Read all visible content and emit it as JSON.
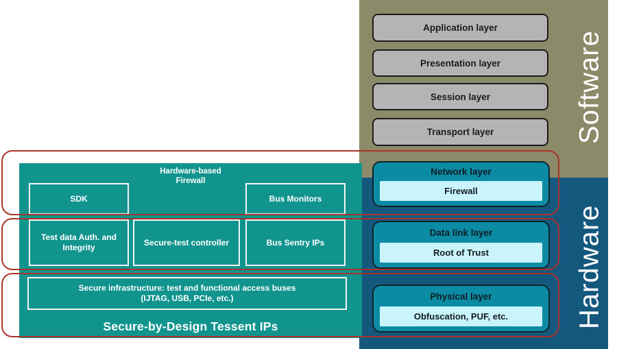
{
  "software_section": {
    "label": "Software",
    "layers": [
      {
        "label": "Application layer"
      },
      {
        "label": "Presentation layer"
      },
      {
        "label": "Session layer"
      },
      {
        "label": "Transport layer"
      }
    ]
  },
  "hardware_section": {
    "label": "Hardware",
    "layers": [
      {
        "title": "Network layer",
        "security_ip": "Firewall"
      },
      {
        "title": "Data link layer",
        "security_ip": "Root of Trust"
      },
      {
        "title": "Physical layer",
        "security_ip": "Obfuscation, PUF, etc."
      }
    ]
  },
  "tessent": {
    "title": "Secure-by-Design Tessent IPs",
    "firewall_label": {
      "line1": "Hardware-based",
      "line2": "Firewall"
    },
    "row1": {
      "sdk": "SDK",
      "bus_monitors": "Bus Monitors"
    },
    "row2": {
      "test_data": "Test data Auth. and Integrity",
      "secure_test": "Secure-test controller",
      "bus_sentry": "Bus Sentry IPs"
    },
    "infrastructure": {
      "line1": "Secure infrastructure: test and functional access buses",
      "line2": "(IJTAG, USB, PCIe, etc.)"
    }
  },
  "colors": {
    "software_bg": "#8b8b69",
    "hardware_bg": "#15587e",
    "tessent_teal": "#11948e",
    "layer_teal": "#0c8ba4",
    "security_ip_bg": "#c9f4fb",
    "osi_gray": "#b4b4b4",
    "mapping_outline_red": "#a93328"
  }
}
